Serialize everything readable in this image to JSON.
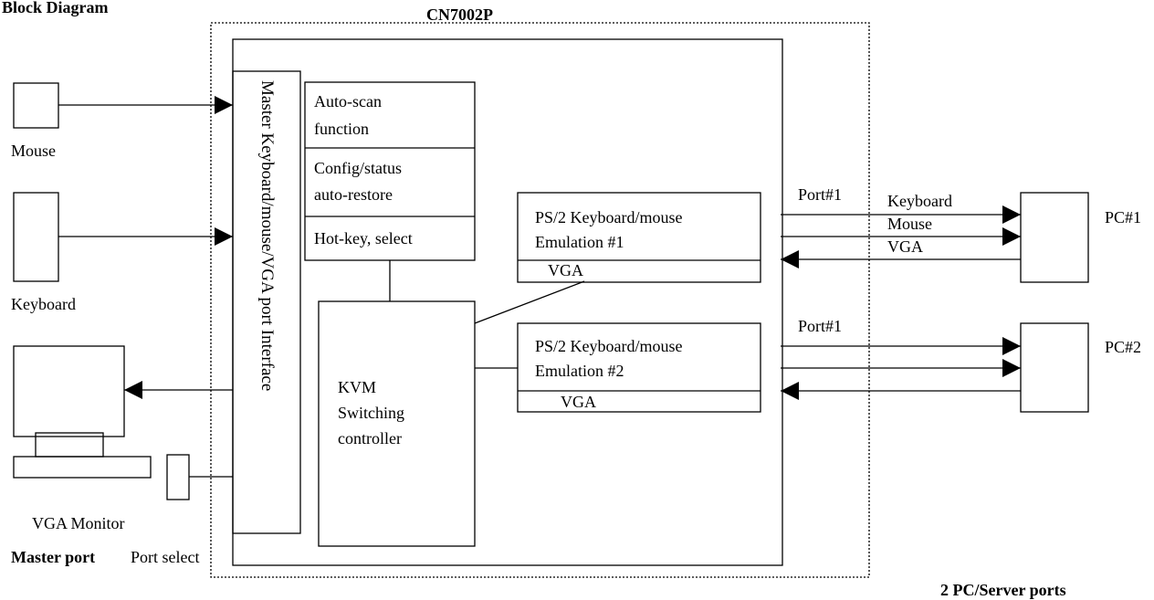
{
  "diagram": {
    "title": "Block Diagram",
    "device_label": "CN7002P",
    "interface_label": "Master Keyboard/mouse/VGA port Interface",
    "autoscan": [
      "Auto-scan",
      "function"
    ],
    "config": [
      "Config/status",
      "auto-restore"
    ],
    "hotkey": "Hot-key, select",
    "kvm": [
      "KVM",
      "Switching",
      "controller"
    ],
    "emulation1": [
      "PS/2 Keyboard/mouse",
      "Emulation #1"
    ],
    "emulation2": [
      "PS/2 Keyboard/mouse",
      "Emulation #2"
    ],
    "vga_label": "VGA",
    "mouse_label": "Mouse",
    "keyboard_label": "Keyboard",
    "monitor_label": "VGA Monitor",
    "master_port": "Master port",
    "port_select": "Port select",
    "port1_label": "Port#1",
    "port2_label": "Port#1",
    "line_keyboard": "Keyboard",
    "line_mouse": "Mouse",
    "line_vga": "VGA",
    "pc1": "PC#1",
    "pc2": "PC#2",
    "pc_ports": "2 PC/Server ports"
  }
}
